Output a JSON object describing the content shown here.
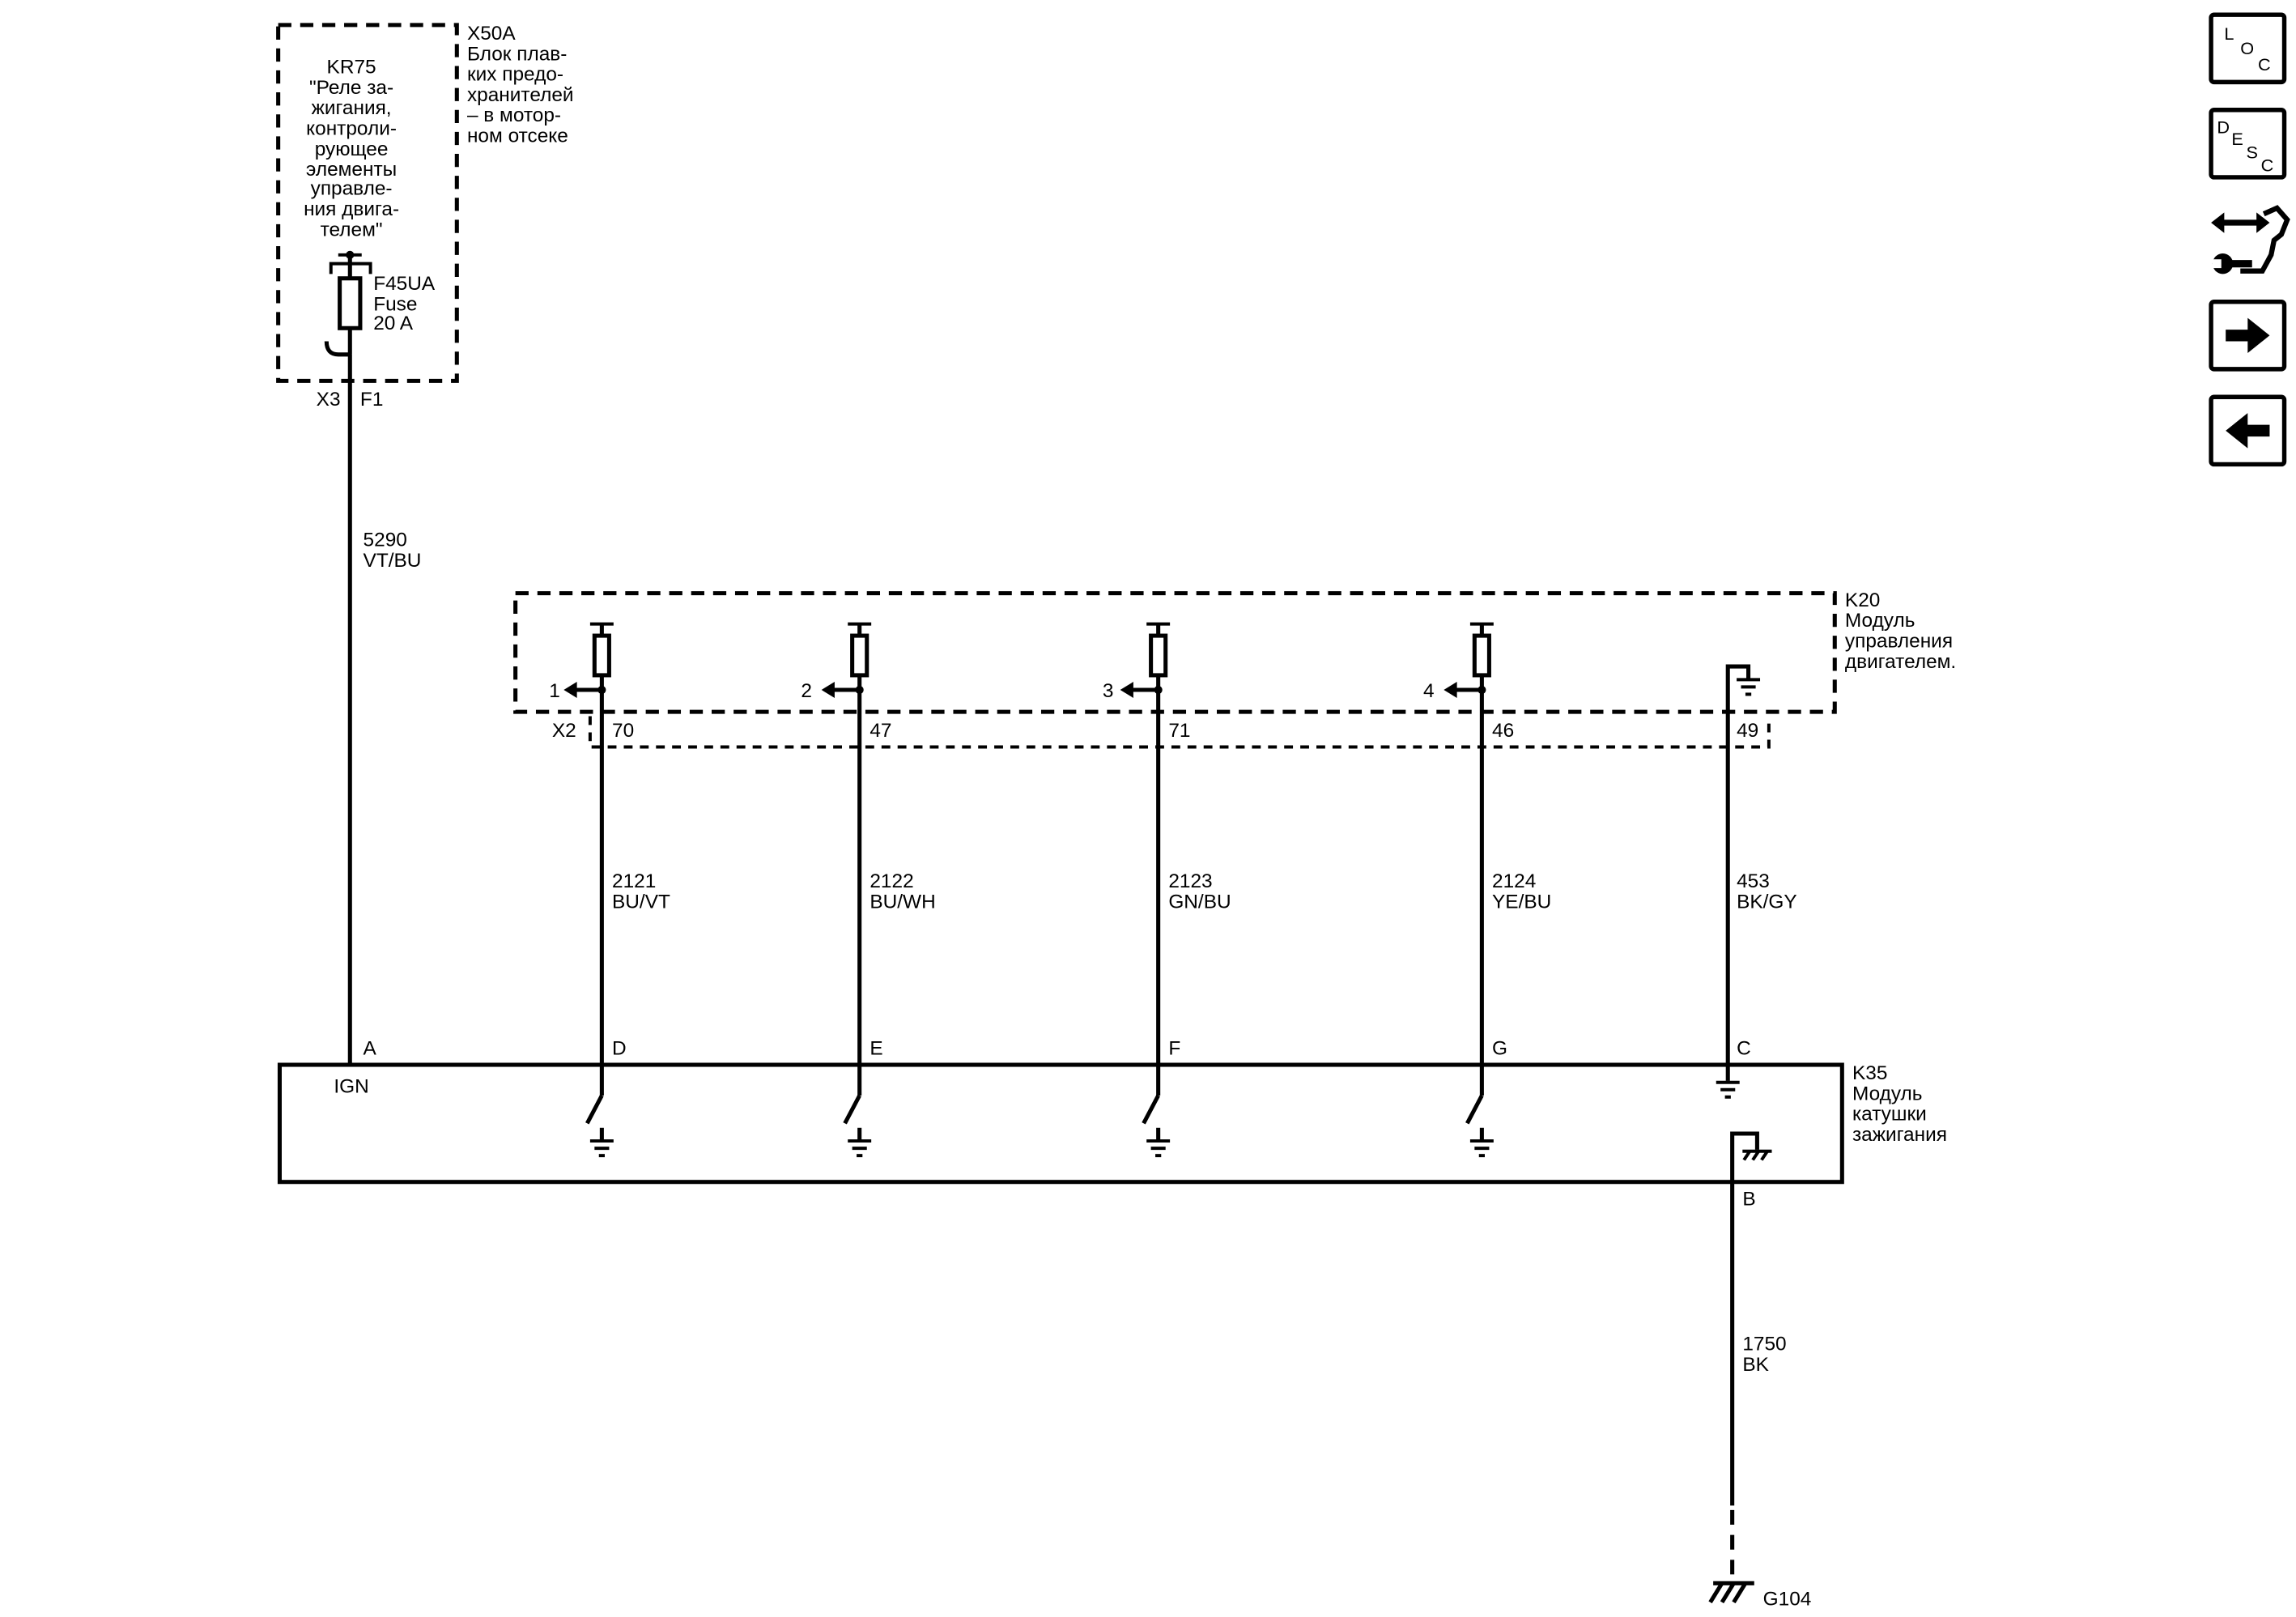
{
  "colors": {
    "ink": "#000000",
    "background": "#ffffff"
  },
  "relay": {
    "id": "KR75",
    "lines": [
      "\"Реле за-",
      "жигания,",
      "контроли-",
      "рующее",
      "элементы",
      "управле-",
      "ния двига-",
      "телем\""
    ]
  },
  "fuse": {
    "id": "F45UA",
    "type": "Fuse",
    "rating": "20 A"
  },
  "fuse_block": {
    "id": "X50A",
    "lines": [
      "Блок плав-",
      "ких предо-",
      "хранителей",
      "– в мотор-",
      "ном отсеке"
    ],
    "connector": "X3",
    "pin": "F1"
  },
  "ecm": {
    "id": "K20",
    "lines": [
      "Модуль",
      "управления",
      "двигателем."
    ],
    "connector": "X2"
  },
  "ignition_module": {
    "id": "K35",
    "lines": [
      "Модуль",
      "катушки",
      "зажигания"
    ],
    "ign_label": "IGN"
  },
  "feed_wire": {
    "circuit": "5290",
    "color": "VT/BU",
    "k35_pin": "A"
  },
  "channels": [
    {
      "number": "1",
      "ecm_pin": "70",
      "circuit": "2121",
      "color": "BU/VT",
      "k35_pin": "D"
    },
    {
      "number": "2",
      "ecm_pin": "47",
      "circuit": "2122",
      "color": "BU/WH",
      "k35_pin": "E"
    },
    {
      "number": "3",
      "ecm_pin": "71",
      "circuit": "2123",
      "color": "GN/BU",
      "k35_pin": "F"
    },
    {
      "number": "4",
      "ecm_pin": "46",
      "circuit": "2124",
      "color": "YE/BU",
      "k35_pin": "G"
    }
  ],
  "ground_wire": {
    "ecm_pin": "49",
    "circuit": "453",
    "color": "BK/GY",
    "k35_pin": "C"
  },
  "chassis_ground_wire": {
    "k35_pin": "B",
    "circuit": "1750",
    "color": "BK",
    "ground": "G104"
  },
  "nav": {
    "loc": {
      "letters": [
        "L",
        "O",
        "C"
      ],
      "icon": "loc-icon"
    },
    "desc": {
      "letters": [
        "D",
        "E",
        "S",
        "C"
      ],
      "icon": "desc-icon"
    },
    "service": {
      "icon": "service-info-icon"
    },
    "next": {
      "icon": "right-arrow-icon"
    },
    "prev": {
      "icon": "left-arrow-icon"
    }
  }
}
